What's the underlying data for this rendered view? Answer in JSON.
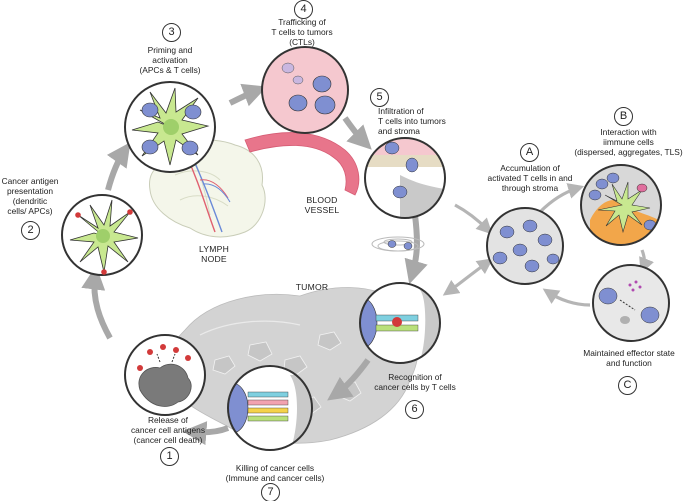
{
  "steps": {
    "s1": {
      "num": "1",
      "label": "Release of\ncancer cell antigens\n(cancer cell death)"
    },
    "s2": {
      "num": "2",
      "label": "Cancer antigen\npresentation\n(dendritic\ncells/ APCs)"
    },
    "s3": {
      "num": "3",
      "label": "Priming and\nactivation\n(APCs & T cells)"
    },
    "s4": {
      "num": "4",
      "label": "Trafficking of\nT cells to tumors\n(CTLs)"
    },
    "s5": {
      "num": "5",
      "label": "Infiltration of\nT cells into tumors\nand stroma"
    },
    "s6": {
      "num": "6",
      "label": "Recognition of\ncancer cells by T cells"
    },
    "s7": {
      "num": "7",
      "label": "Killing of cancer cells\n(Immune and cancer cells)"
    }
  },
  "branches": {
    "a": {
      "num": "A",
      "label": "Accumulation of\nactivated T cells in and\nthrough stroma"
    },
    "b": {
      "num": "B",
      "label": "Interaction with\niimmune cells\n(dispersed, aggregates, TLS)"
    },
    "c": {
      "num": "C",
      "label": "Maintained effector state\nand function"
    }
  },
  "captions": {
    "lymph_node": "LYMPH\nNODE",
    "blood_vessel": "BLOOD\nVESSEL",
    "tumor": "TUMOR"
  },
  "colors": {
    "tcell": "#7f8fd1",
    "nucleus": "#3d4fa3",
    "dendritic": "#c8e890",
    "vessel": "#e86a82",
    "tumor": "#d2d2d2",
    "arrow": "#a8a8a8",
    "circle_border": "#333333"
  }
}
